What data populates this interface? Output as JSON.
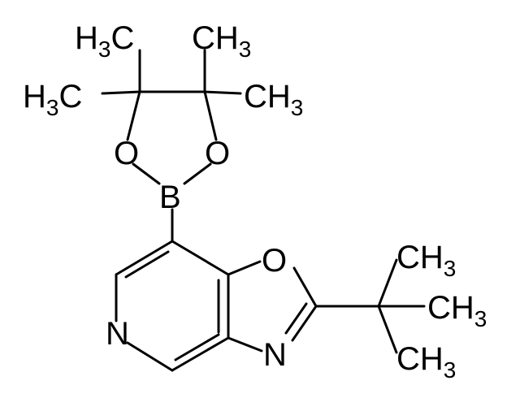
{
  "molecule": {
    "atoms": {
      "me1": {
        "main": "H",
        "sub": "3",
        "tail": "C"
      },
      "me2": {
        "main": "CH",
        "sub": "3",
        "tail": ""
      },
      "me3": {
        "main": "H",
        "sub": "3",
        "tail": "C"
      },
      "me4": {
        "main": "CH",
        "sub": "3",
        "tail": ""
      },
      "o1": {
        "main": "O"
      },
      "o2": {
        "main": "O"
      },
      "b": {
        "main": "B"
      },
      "o3": {
        "main": "O"
      },
      "n_py": {
        "main": "N"
      },
      "n_ox": {
        "main": "N"
      },
      "tb1": {
        "main": "CH",
        "sub": "3"
      },
      "tb2": {
        "main": "CH",
        "sub": "3"
      },
      "tb3": {
        "main": "CH",
        "sub": "3"
      }
    }
  }
}
